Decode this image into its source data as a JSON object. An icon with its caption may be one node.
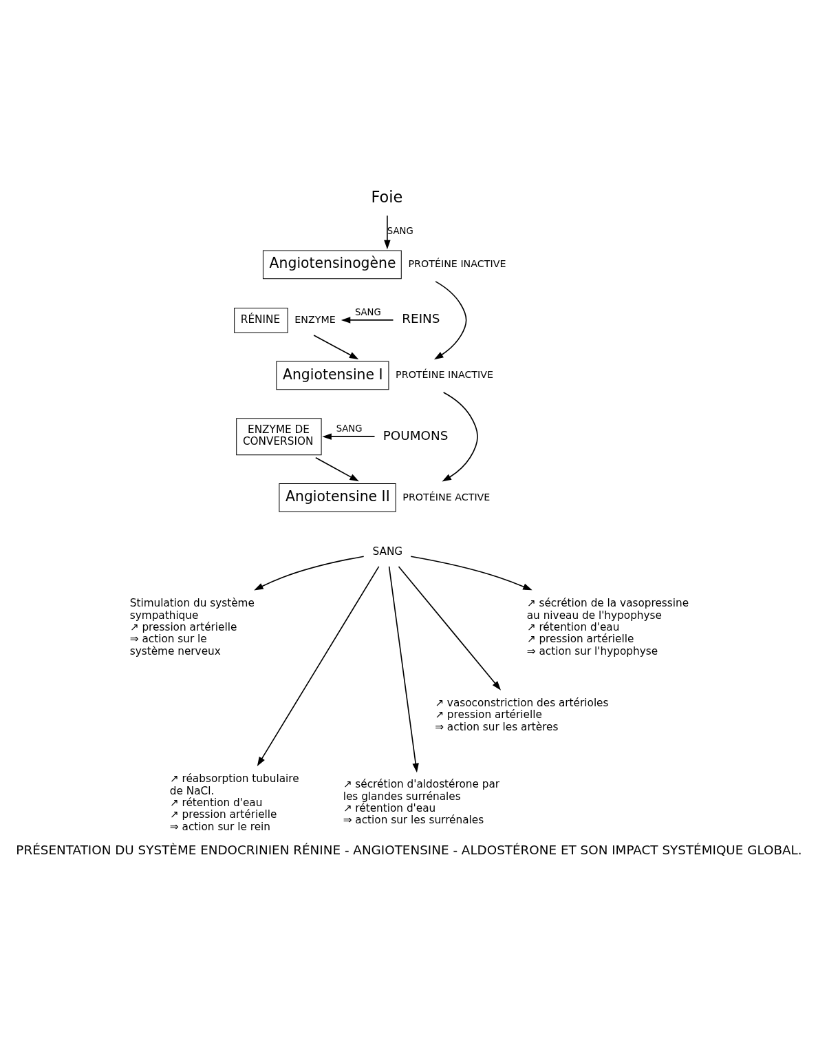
{
  "diagram": {
    "caption": "PRÉSENTATION DU SYSTÈME ENDOCRINIEN RÉNINE - ANGIOTENSINE - ALDOSTÉRONE ET SON IMPACT SYSTÉMIQUE GLOBAL.",
    "nodes": [
      {
        "text": [
          "Foie"
        ]
      },
      {
        "text": [
          "Angiotensinogène"
        ],
        "beside": [
          "PROTÉINE INACTIVE"
        ]
      },
      {
        "text": [
          "RÉNINE"
        ],
        "beside": [
          "ENZYME"
        ]
      },
      {
        "text": [
          "REINS"
        ]
      },
      {
        "text": [
          "Angiotensine I"
        ],
        "beside": [
          "PROTÉINE INACTIVE"
        ]
      },
      {
        "text": [
          "ENZYME DE CONVERSION"
        ]
      },
      {
        "text": [
          "POUMONS"
        ]
      },
      {
        "text": [
          "Angiotensine II"
        ],
        "beside": [
          "PROTÉINE ACTIVE"
        ]
      },
      {
        "text": [
          "SANG"
        ]
      },
      {
        "text": [
          "Stimulation du système sympathique",
          "↗ pression artérielle",
          "⇒ action sur le système nerveux"
        ]
      },
      {
        "text": [
          "↗ réabsorption tubulaire de NaCl.",
          "↗ rétention d'eau",
          "↗ pression artérielle",
          "⇒ action sur le rein"
        ]
      },
      {
        "text": [
          "↗ sécrétion d'aldostérone par les glandes surrénales",
          "↗ rétention d'eau",
          "⇒ action sur les surrénales"
        ]
      },
      {
        "text": [
          "↗ vasoconstriction des artérioles",
          "↗ pression artérielle",
          "⇒ action sur les artères"
        ]
      },
      {
        "text": [
          "↗ sécrétion de la vasopressine au niveau de l'hypophyse",
          "↗ rétention d'eau",
          "↗ pression artérielle",
          "⇒ action sur l'hypophyse"
        ]
      }
    ],
    "edges": [
      {
        "from": 0,
        "to": 1,
        "arrow": "to",
        "label": "SANG"
      },
      {
        "from": 1,
        "to": 4,
        "arrow": "to"
      },
      {
        "from": 3,
        "to": 2,
        "arrow": "to",
        "label": "SANG"
      },
      {
        "from": 2,
        "to": 4,
        "arrow": "to"
      },
      {
        "from": 4,
        "to": 7,
        "arrow": "to"
      },
      {
        "from": 6,
        "to": 5,
        "arrow": "to",
        "label": "SANG"
      },
      {
        "from": 5,
        "to": 7,
        "arrow": "to"
      },
      {
        "from": 8,
        "to": 9,
        "arrow": "to"
      },
      {
        "from": 8,
        "to": 10,
        "arrow": "to"
      },
      {
        "from": 8,
        "to": 11,
        "arrow": "to"
      },
      {
        "from": 8,
        "to": 12,
        "arrow": "to"
      },
      {
        "from": 8,
        "to": 13,
        "arrow": "to"
      }
    ]
  }
}
